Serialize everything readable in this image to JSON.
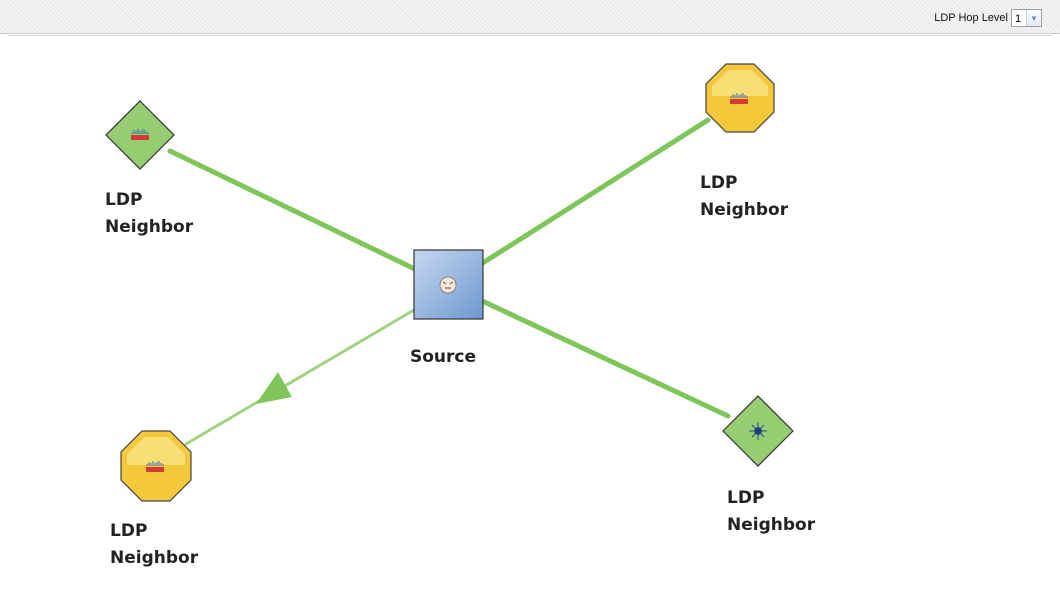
{
  "toolbar": {
    "hop_level_label": "LDP Hop Level",
    "hop_level_value": "1"
  },
  "colors": {
    "link": "#7ec65a",
    "source_fill": "#6e97cf",
    "router_fill": "#f3c83a",
    "switch_fill": "#8fc96a"
  },
  "diagram": {
    "source": {
      "label": "Source",
      "icon": "source-device-icon"
    },
    "neighbors": [
      {
        "label_line1": "LDP",
        "label_line2": "Neighbor",
        "shape": "diamond",
        "icon": "cisco-logo-icon"
      },
      {
        "label_line1": "LDP",
        "label_line2": "Neighbor",
        "shape": "octagon",
        "icon": "cisco-logo-icon"
      },
      {
        "label_line1": "LDP",
        "label_line2": "Neighbor",
        "shape": "octagon",
        "icon": "cisco-logo-icon"
      },
      {
        "label_line1": "LDP",
        "label_line2": "Neighbor",
        "shape": "diamond",
        "icon": "starburst-icon"
      }
    ]
  }
}
